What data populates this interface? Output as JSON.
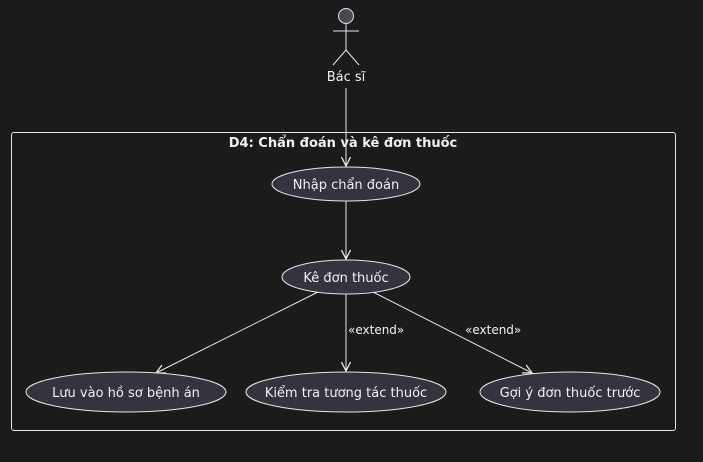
{
  "diagram": {
    "type": "use-case",
    "actor": {
      "label": "Bác sĩ"
    },
    "system": {
      "title": "D4: Chẩn đoán và kê đơn thuốc"
    },
    "use_cases": {
      "nhap_chan_doan": "Nhập chẩn đoán",
      "ke_don_thuoc": "Kê đơn thuốc",
      "luu_ho_so": "Lưu vào hồ sơ bệnh án",
      "kiem_tra_tuong_tac": "Kiểm tra tương tác thuốc",
      "goi_y_don": "Gợi ý đơn thuốc trước"
    },
    "relations": [
      {
        "from": "actor",
        "to": "nhap_chan_doan",
        "label": ""
      },
      {
        "from": "nhap_chan_doan",
        "to": "ke_don_thuoc",
        "label": ""
      },
      {
        "from": "ke_don_thuoc",
        "to": "luu_ho_so",
        "label": ""
      },
      {
        "from": "ke_don_thuoc",
        "to": "kiem_tra_tuong_tac",
        "label": "«extend»"
      },
      {
        "from": "ke_don_thuoc",
        "to": "goi_y_don",
        "label": "«extend»"
      }
    ],
    "colors": {
      "background": "#1b1b1b",
      "line": "#e6e6e6",
      "usecase_fill": "#34343e",
      "actor_fill": "#4a4a52",
      "text": "#f0f0f0"
    }
  }
}
